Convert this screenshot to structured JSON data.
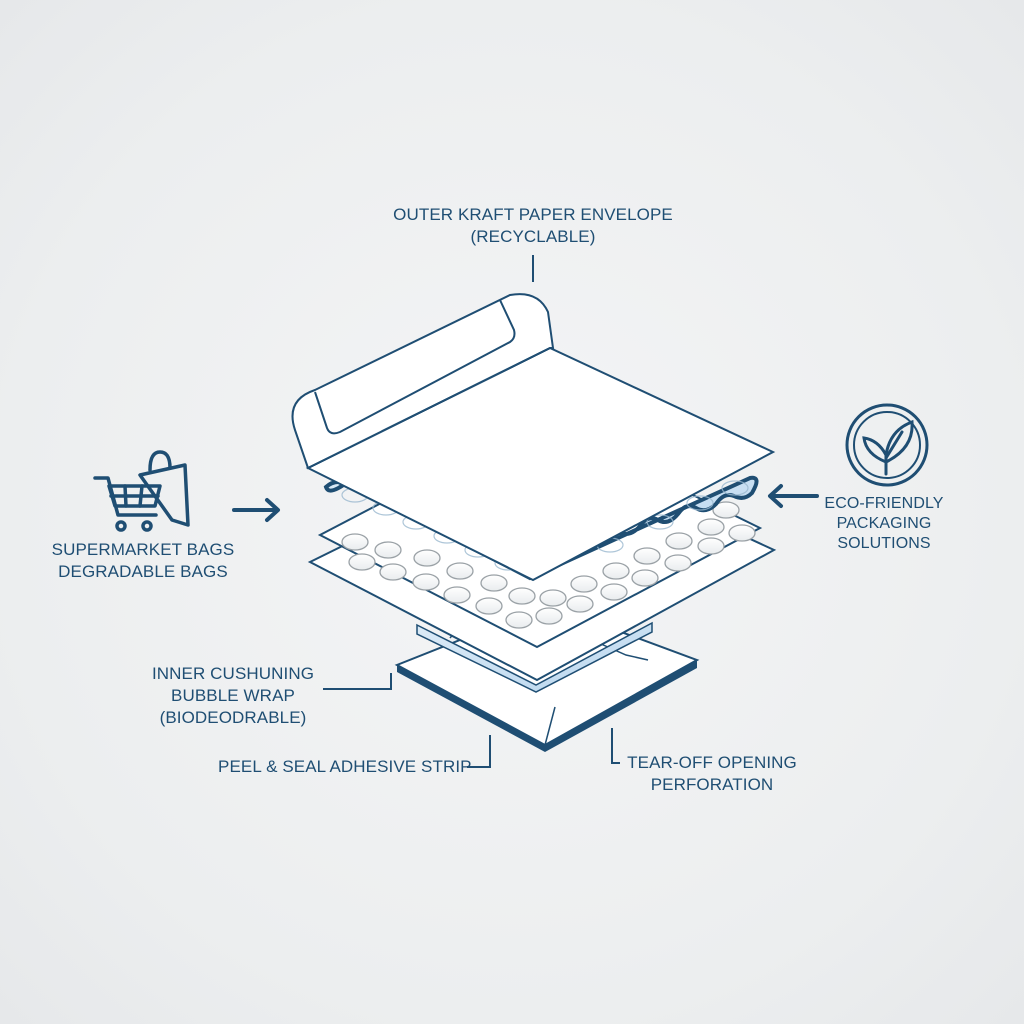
{
  "diagram": {
    "type": "exploded-view packaging illustration",
    "colors": {
      "stroke": "#1f4e73",
      "accent_fill": "#cfe3f3",
      "background": "#eeeff0",
      "paper": "#ffffff"
    },
    "labels": {
      "outer_envelope": {
        "line1": "OUTER KRAFT PAPER ENVELOPE",
        "line2": "(RECYCLABLE)"
      },
      "supermarket": {
        "line1": "SUPERMARKET BAGS",
        "line2": "DEGRADABLE BAGS",
        "icon": "shopping-cart-bag-icon"
      },
      "eco": {
        "line1": "ECO-FRIENDLY",
        "line2": "PACKAGING",
        "line3": "SOLUTIONS",
        "icon": "leaf-circle-icon"
      },
      "inner_cushioning": {
        "line1": "INNER CUSHUNING",
        "line2": "BUBBLE WRAP",
        "line3": "(BIODEODRABLE)"
      },
      "adhesive": {
        "line1": "PEEL & SEAL ADHESIVE STRIP"
      },
      "tear_off": {
        "line1": "TEAR-OFF OPENING",
        "line2": "PERFORATION"
      }
    },
    "arrows": [
      {
        "name": "right-arrow",
        "from": "supermarket",
        "direction": "right"
      },
      {
        "name": "left-arrow",
        "from": "eco",
        "direction": "left"
      }
    ],
    "layers": [
      "outer envelope with flap",
      "wavy blue cushion layer",
      "bubble wrap sheet",
      "backing sheet",
      "adhesive strip",
      "base tray"
    ]
  }
}
